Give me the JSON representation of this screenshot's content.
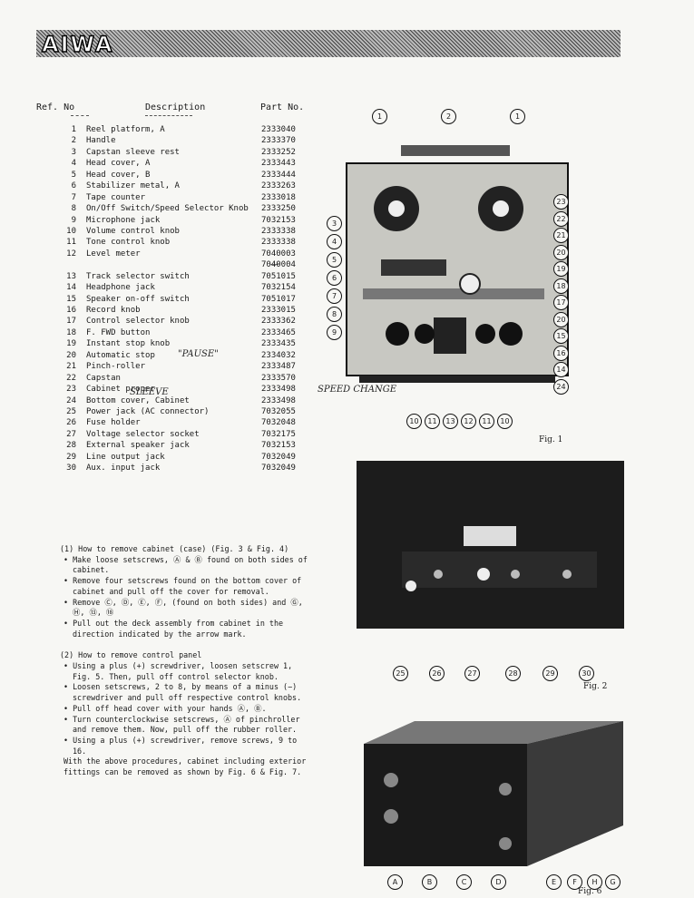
{
  "brand": "AIWA",
  "headers": {
    "ref": "Ref. No",
    "desc": "Description",
    "part": "Part No."
  },
  "parts": [
    {
      "no": "1",
      "desc": "Reel platform, A",
      "part": "2333040"
    },
    {
      "no": "2",
      "desc": "Handle",
      "part": "2333370"
    },
    {
      "no": "3",
      "desc": "Capstan sleeve rest",
      "part": "2333252"
    },
    {
      "no": "4",
      "desc": "Head cover, A",
      "part": "2333443"
    },
    {
      "no": "5",
      "desc": "Head cover, B",
      "part": "2333444"
    },
    {
      "no": "6",
      "desc": "Stabilizer metal, A",
      "part": "2333263"
    },
    {
      "no": "7",
      "desc": "Tape counter",
      "part": "2333018"
    },
    {
      "no": "8",
      "desc": "On/Off Switch/Speed Selector Knob",
      "part": "2333250"
    },
    {
      "no": "9",
      "desc": "Microphone jack",
      "part": "7032153"
    },
    {
      "no": "10",
      "desc": "Volume control knob",
      "part": "2333338"
    },
    {
      "no": "11",
      "desc": "Tone control knob",
      "part": "2333338"
    },
    {
      "no": "12",
      "desc": "Level meter",
      "part": "7040003"
    },
    {
      "no": "",
      "desc": "",
      "part": "7040004"
    },
    {
      "no": "13",
      "desc": "Track selector switch",
      "part": "7051015"
    },
    {
      "no": "14",
      "desc": "Headphone jack",
      "part": "7032154"
    },
    {
      "no": "15",
      "desc": "Speaker on-off switch",
      "part": "7051017"
    },
    {
      "no": "16",
      "desc": "Record knob",
      "part": "2333015"
    },
    {
      "no": "17",
      "desc": "Control selector knob",
      "part": "2333362"
    },
    {
      "no": "18",
      "desc": "F. FWD button",
      "part": "2333465"
    },
    {
      "no": "19",
      "desc": "Instant stop knob",
      "part": "2333435"
    },
    {
      "no": "20",
      "desc": "Automatic stop",
      "part": "2334032"
    },
    {
      "no": "21",
      "desc": "Pinch-roller",
      "part": "2333487"
    },
    {
      "no": "22",
      "desc": "Capstan",
      "part": "2333570"
    },
    {
      "no": "23",
      "desc": "Cabinet proper",
      "part": "2333498"
    },
    {
      "no": "24",
      "desc": "Bottom cover, Cabinet",
      "part": "2333498"
    },
    {
      "no": "25",
      "desc": "Power jack (AC connector)",
      "part": "7032055"
    },
    {
      "no": "26",
      "desc": "Fuse holder",
      "part": "7032048"
    },
    {
      "no": "27",
      "desc": "Voltage selector socket",
      "part": "7032175"
    },
    {
      "no": "28",
      "desc": "External speaker jack",
      "part": "7032153"
    },
    {
      "no": "29",
      "desc": "Line output jack",
      "part": "7032049"
    },
    {
      "no": "30",
      "desc": "Aux. input jack",
      "part": "7032049"
    }
  ],
  "handwritten": {
    "pause": "\"PAUSE\"",
    "sleeve": "SLEEVE",
    "speed": "SPEED CHANGE"
  },
  "instructions": {
    "cabinet_title": "(1) How to remove cabinet (case) (Fig. 3 & Fig. 4)",
    "cabinet_steps": [
      "Make loose setscrews, Ⓐ & Ⓑ found on both sides of cabinet.",
      "Remove four setscrews found on the bottom cover of cabinet and pull off the cover for removal.",
      "Remove Ⓒ, Ⓓ, Ⓔ, Ⓕ, (found on both sides) and Ⓖ, Ⓗ, ⑬, ⑱",
      "Pull out the deck assembly from cabinet in the direction indicated by the arrow mark."
    ],
    "panel_title": "(2) How to remove control panel",
    "panel_steps": [
      "Using a plus (+) screwdriver, loosen setscrew 1, Fig. 5. Then, pull off control selector knob.",
      "Loosen setscrews, 2 to 8, by means of a minus (−) screwdriver and pull off respective control knobs.",
      "Pull off head cover with your hands Ⓐ, Ⓑ.",
      "Turn counterclockwise setscrews, Ⓐ of pinchroller and remove them. Now, pull off the rubber roller.",
      "Using a plus (+) screwdriver, remove screws, 9 to 16."
    ],
    "panel_note": "With the above procedures, cabinet including exterior fittings can be removed as shown by Fig. 6 & Fig. 7."
  },
  "figures": {
    "fig1_caption": "Fig. 1",
    "fig2_caption": "Fig. 2",
    "fig3_caption": "Fig. 6",
    "fig1_callouts_top": [
      "1",
      "2",
      "1"
    ],
    "fig1_callouts_left": [
      "3",
      "4",
      "5",
      "6",
      "7",
      "8",
      "9"
    ],
    "fig1_callouts_right": [
      "23",
      "22",
      "21",
      "20",
      "19",
      "18",
      "17",
      "20",
      "15",
      "16",
      "14",
      "24"
    ],
    "fig1_callouts_bottom": [
      "10",
      "11",
      "13",
      "12",
      "11",
      "10"
    ],
    "fig2_callouts": [
      "25",
      "26",
      "27",
      "28",
      "29",
      "30"
    ],
    "fig3_callouts": [
      "A",
      "B",
      "C",
      "D",
      "E",
      "F",
      "H",
      "G"
    ]
  }
}
